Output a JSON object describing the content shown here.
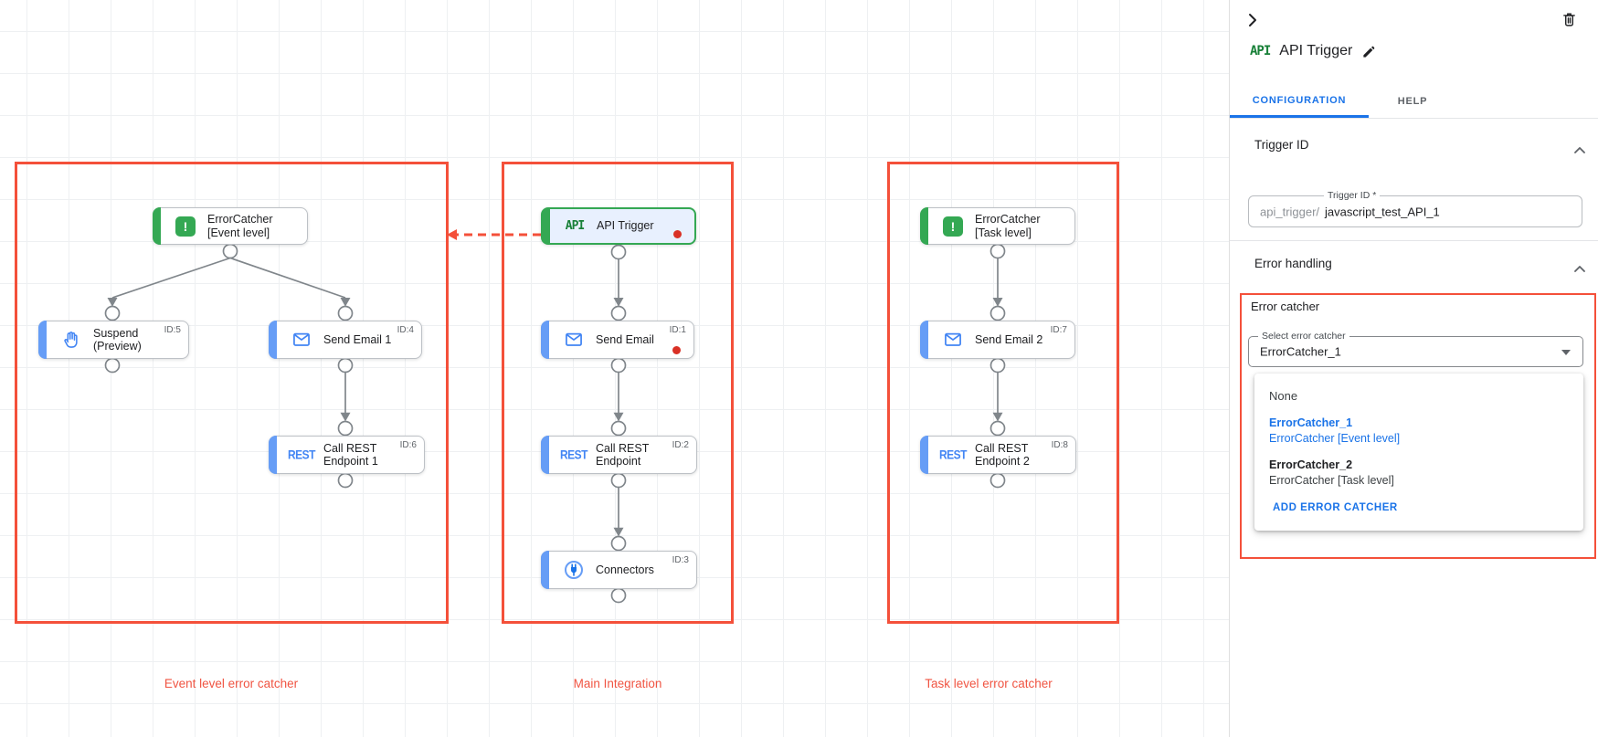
{
  "colors": {
    "annotation_red": "#f4503a",
    "status_dot_red": "#d93025",
    "accent_blue": "#1a73e8",
    "node_bar_blue": "#669df6",
    "node_bar_green": "#34a853",
    "trigger_bg": "#e8f0fe"
  },
  "icons": {
    "collapse_panel": "chevron-right",
    "delete": "trash",
    "edit": "pencil",
    "api_glyph": "API",
    "rest_glyph": "REST",
    "error_glyph": "!",
    "email_glyph": "envelope",
    "suspend_glyph": "hand",
    "connectors_glyph": "plug-circle",
    "section_collapse": "chevron-up",
    "select_caret": "triangle-down"
  },
  "canvas": {
    "groups": [
      {
        "label": "Event level error catcher"
      },
      {
        "label": "Main Integration"
      },
      {
        "label": "Task level error catcher"
      }
    ],
    "nodes": {
      "ec_event": {
        "line1": "ErrorCatcher",
        "line2": "[Event level]",
        "icon_text": "!"
      },
      "suspend": {
        "line1": "Suspend",
        "line2": "(Preview)",
        "id": "ID:5"
      },
      "send_email_1": {
        "line1": "Send Email 1",
        "id": "ID:4"
      },
      "call_rest_1": {
        "line1": "Call REST",
        "line2": "Endpoint 1",
        "id": "ID:6",
        "icon_text": "REST"
      },
      "api_trigger": {
        "line1": "API Trigger",
        "icon_text": "API"
      },
      "send_email": {
        "line1": "Send Email",
        "id": "ID:1"
      },
      "call_rest": {
        "line1": "Call REST",
        "line2": "Endpoint",
        "id": "ID:2",
        "icon_text": "REST"
      },
      "connectors": {
        "line1": "Connectors",
        "id": "ID:3"
      },
      "ec_task": {
        "line1": "ErrorCatcher",
        "line2": "[Task level]",
        "icon_text": "!"
      },
      "send_email_2": {
        "line1": "Send Email 2",
        "id": "ID:7"
      },
      "call_rest_2": {
        "line1": "Call REST",
        "line2": "Endpoint 2",
        "id": "ID:8",
        "icon_text": "REST"
      }
    }
  },
  "panel": {
    "header": {
      "icon_text": "API",
      "title": "API Trigger"
    },
    "tabs": [
      {
        "label": "CONFIGURATION",
        "active": true
      },
      {
        "label": "HELP",
        "active": false
      }
    ],
    "trigger_section": {
      "title": "Trigger ID",
      "field_label": "Trigger ID *",
      "prefix": "api_trigger/",
      "value": "javascript_test_API_1"
    },
    "error_section": {
      "title": "Error handling",
      "subtitle": "Error catcher",
      "select_label": "Select error catcher",
      "select_value": "ErrorCatcher_1",
      "menu": {
        "none_label": "None",
        "options": [
          {
            "name": "ErrorCatcher_1",
            "desc": "ErrorCatcher [Event level]"
          },
          {
            "name": "ErrorCatcher_2",
            "desc": "ErrorCatcher [Task level]"
          }
        ],
        "add_label": "ADD ERROR CATCHER"
      }
    }
  }
}
